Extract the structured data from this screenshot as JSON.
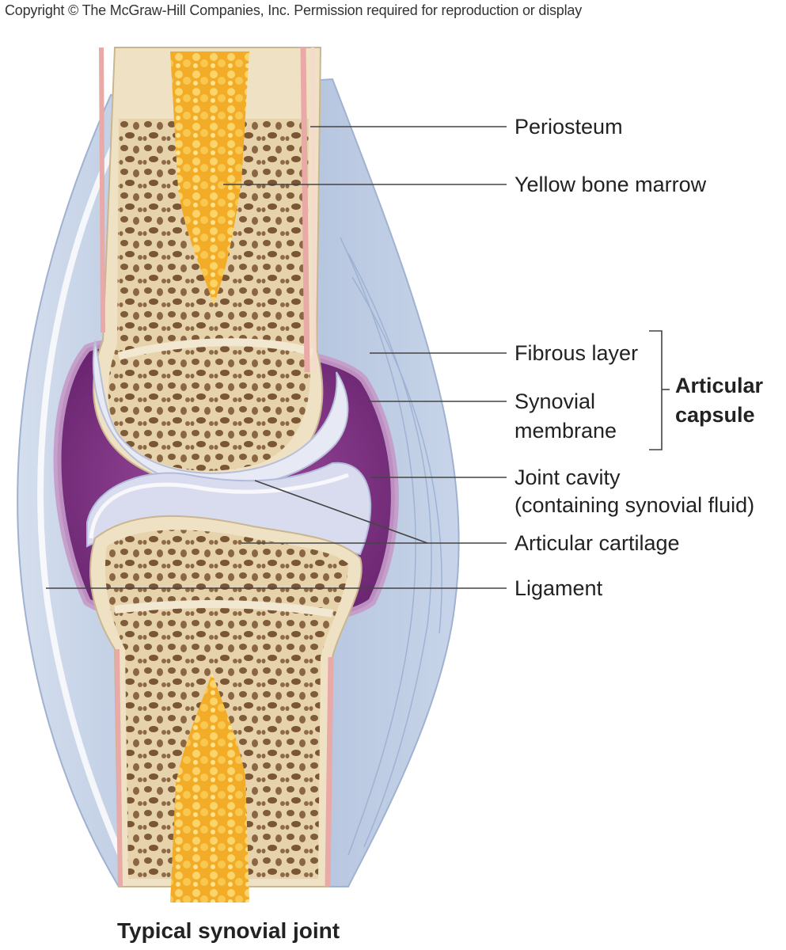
{
  "copyright": "Copyright © The McGraw-Hill Companies, Inc. Permission required for reproduction or display",
  "labels": {
    "periosteum": "Periosteum",
    "yellow_bone_marrow": "Yellow bone marrow",
    "fibrous_layer": "Fibrous layer",
    "synovial_membrane_line1": "Synovial",
    "synovial_membrane_line2": "membrane",
    "articular_capsule_line1": "Articular",
    "articular_capsule_line2": "capsule",
    "joint_cavity_line1": "Joint cavity",
    "joint_cavity_line2": "(containing synovial fluid)",
    "articular_cartilage": "Articular cartilage",
    "ligament": "Ligament"
  },
  "caption": "Typical synovial joint",
  "colors": {
    "bone": "#efe2c4",
    "spongy_bone": "#8a6a45",
    "marrow": "#f4b330",
    "periosteum": "#e9a9a6",
    "ligament": "#bccbe3",
    "joint_cavity": "#7a2f7e",
    "synovial_membrane": "#a874ad",
    "cartilage": "#dcdff0",
    "leader_line": "#444444"
  }
}
